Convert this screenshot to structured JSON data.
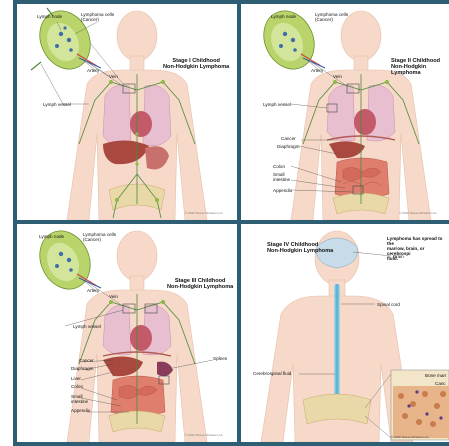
{
  "panels": [
    {
      "title": "Stage I Childhood\nNon-Hodgkin Lymphoma",
      "labels": {
        "lymph_node": "Lymph node",
        "lymphoma_cells": "Lymphoma cells\n(Cancer)",
        "artery": "Artery",
        "vein": "Vein",
        "lymph_vessel": "Lymph vessel"
      },
      "copyright": "© 2019 Terese Winslow LLC"
    },
    {
      "title": "Stage II Childhood\nNon-Hodgkin Lymphoma",
      "labels": {
        "lymph_node": "Lymph node",
        "lymphoma_cells": "Lymphoma cells\n(Cancer)",
        "artery": "Artery",
        "vein": "Vein",
        "lymph_vessel": "Lymph vessel",
        "cancer": "Cancer",
        "diaphragm": "Diaphragm",
        "colon": "Colon",
        "small_intestine": "Small\nintestine",
        "appendix": "Appendix"
      },
      "copyright": "© 2019 Terese Winslow LLC"
    },
    {
      "title": "Stage III Childhood\nNon-Hodgkin Lymphoma",
      "labels": {
        "lymph_node": "Lymph node",
        "lymphoma_cells": "Lymphoma cells\n(Cancer)",
        "artery": "Artery",
        "vein": "Vein",
        "lymph_vessel": "Lymph vessel",
        "cancer": "Cancer",
        "diaphragm": "Diaphragm",
        "liver": "Liver",
        "colon": "Colon",
        "small_intestine": "Small\nintestine",
        "appendix": "Appendix",
        "spleen": "Spleen"
      },
      "copyright": "© 2019 Terese Winslow LLC"
    },
    {
      "title": "Stage IV Childhood\nNon-Hodgkin Lymphoma",
      "labels": {
        "spread_note": "Lymphoma has spread to the\nmarrow, brain, or cerebrospi\nfluid.",
        "brain": "Brain",
        "spinal_cord": "Spinal cord",
        "csf": "Cerebrospinal fluid",
        "bone_marrow": "Bone marr",
        "cancer": "Canc"
      },
      "copyright": "© 2019 Terese Winslow LLC"
    }
  ],
  "colors": {
    "border": "#2e5e73",
    "skin": "#f6d9c8",
    "lymph_node": "#b8d46a",
    "lung": "#e8bfd0",
    "liver": "#a8483f",
    "intestine": "#e07e6e",
    "vessel_green": "#4c8a3a",
    "csf_blue": "#7fc6dd",
    "bone": "#ead9a8"
  }
}
